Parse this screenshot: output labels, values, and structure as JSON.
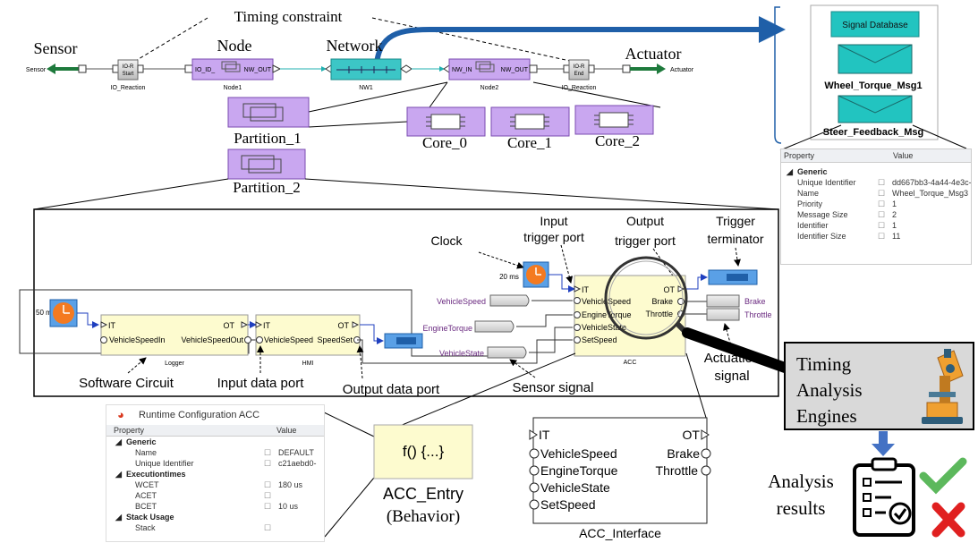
{
  "top": {
    "timing_constraint": "Timing constraint",
    "sensor_label": "Sensor",
    "sensor_small": "Sensor",
    "node_label": "Node",
    "network_label": "Network",
    "actuator_label": "Actuator",
    "actuator_small": "Actuator",
    "io_start_top": "IO-R",
    "io_start_bottom": "Start",
    "io_end_top": "IO-R",
    "io_end_bottom": "End",
    "io_reaction_1": "IO_Reaction",
    "io_reaction_2": "IO_Reaction",
    "node1_caption": "Node1",
    "node1_in": "IO_ID_",
    "node1_out": "NW_OUT",
    "nw1_caption": "NW1",
    "node2_caption": "Node2",
    "node2_in": "NW_IN",
    "node2_out": "NW_OUT",
    "partition1": "Partition_1",
    "partition2": "Partition_2",
    "core0": "Core_0",
    "core1": "Core_1",
    "core2": "Core_2"
  },
  "signal_db": {
    "title": "Signal Database",
    "msg1": "Wheel_Torque_Msg1",
    "msg2": "Steer_Feedback_Msg"
  },
  "props_top": {
    "header_property": "Property",
    "header_value": "Value",
    "group": "Generic",
    "rows": [
      {
        "name": "Unique Identifier",
        "value": "dd667bb3-4a44-4e3c-"
      },
      {
        "name": "Name",
        "value": "Wheel_Torque_Msg3"
      },
      {
        "name": "Priority",
        "value": "1"
      },
      {
        "name": "Message Size",
        "value": "2"
      },
      {
        "name": "Identifier",
        "value": "1"
      },
      {
        "name": "Identifier Size",
        "value": "11"
      }
    ]
  },
  "circuit": {
    "clock": "Clock",
    "input_trigger_port": [
      "Input",
      "trigger port"
    ],
    "output_trigger_port": [
      "Output",
      "trigger port"
    ],
    "trigger_terminator": [
      "Trigger",
      "terminator"
    ],
    "period_20": "20 ms",
    "period_50": "50 ms",
    "logger_caption": "Logger",
    "logger_it": "IT",
    "logger_ot": "OT",
    "logger_in": "VehicleSpeedIn",
    "logger_out": "VehicleSpeedOut",
    "hmi_caption": "HMI",
    "hmi_it": "IT",
    "hmi_ot": "OT",
    "hmi_in": "VehicleSpeed",
    "hmi_out": "SpeedSet",
    "sig_vehiclespeed": "VehicleSpeed",
    "sig_enginetorque": "EngineTorque",
    "sig_vehiclestate": "VehicleState",
    "acc_caption": "ACC",
    "acc_it": "IT",
    "acc_ot": "OT",
    "acc_in1": "VehicleSpeed",
    "acc_in2": "EngineTorque",
    "acc_in3": "VehicleState",
    "acc_in4": "SetSpeed",
    "acc_out1": "Brake",
    "acc_out2": "Throttle",
    "act_brake": "Brake",
    "act_throttle": "Throttle",
    "software_circuit": "Software Circuit",
    "input_data_port": "Input data port",
    "output_data_port": "Output data port",
    "sensor_signal": "Sensor signal",
    "actuation_signal": [
      "Actuation",
      "signal"
    ]
  },
  "runtime": {
    "title": "Runtime Configuration ACC",
    "header_property": "Property",
    "header_value": "Value",
    "rows": [
      {
        "kind": "group",
        "name": "Generic",
        "value": ""
      },
      {
        "kind": "row",
        "name": "Name",
        "value": "DEFAULT"
      },
      {
        "kind": "row",
        "name": "Unique Identifier",
        "value": "c21aebd0-"
      },
      {
        "kind": "group",
        "name": "Executiontimes",
        "value": ""
      },
      {
        "kind": "row",
        "name": "WCET",
        "value": "180 us"
      },
      {
        "kind": "row",
        "name": "ACET",
        "value": ""
      },
      {
        "kind": "row",
        "name": "BCET",
        "value": "10 us"
      },
      {
        "kind": "group",
        "name": "Stack Usage",
        "value": ""
      },
      {
        "kind": "row",
        "name": "Stack",
        "value": ""
      }
    ]
  },
  "behavior": {
    "func": "f() {...}",
    "name": "ACC_Entry",
    "sub": "(Behavior)"
  },
  "interface": {
    "it": "IT",
    "ot": "OT",
    "in1": "VehicleSpeed",
    "in2": "EngineTorque",
    "in3": "VehicleState",
    "in4": "SetSpeed",
    "out1": "Brake",
    "out2": "Throttle",
    "caption": "ACC_Interface"
  },
  "analysis": {
    "engines": [
      "Timing",
      "Analysis",
      "Engines"
    ],
    "results": [
      "Analysis",
      "results"
    ]
  },
  "colors": {
    "node_purple": "#c9a7f0",
    "network_teal": "#3cc6c6",
    "swc_yellow": "#fdfbcf",
    "clock_orange": "#f47a20",
    "terminator_blue": "#2d8fe0",
    "arrow_green": "#1e7a3c",
    "arrow_blue": "#1f5fa8"
  }
}
